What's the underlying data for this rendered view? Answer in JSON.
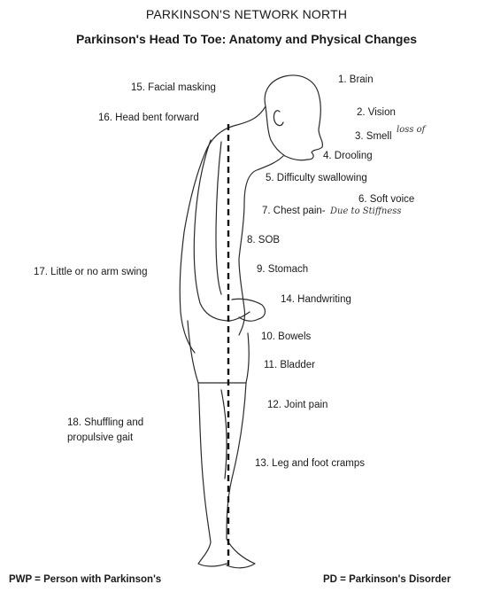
{
  "header": {
    "organization": "PARKINSON'S NETWORK NORTH",
    "title": "Parkinson's Head To Toe: Anatomy and Physical Changes"
  },
  "labels": {
    "brain": "1. Brain",
    "vision": "2. Vision",
    "smell": "3. Smell",
    "smell_note": "loss of",
    "drooling": "4. Drooling",
    "swallowing": "5. Difficulty swallowing",
    "soft_voice": "6. Soft voice",
    "chest_pain": "7. Chest pain-",
    "chest_pain_note": "Due to Stiffness",
    "sob": "8. SOB",
    "stomach": "9. Stomach",
    "bowels": "10. Bowels",
    "bladder": "11. Bladder",
    "joint_pain": "12. Joint pain",
    "leg_cramps": "13. Leg and foot cramps",
    "handwriting": "14. Handwriting",
    "facial_masking": "15. Facial masking",
    "head_bent": "16. Head bent forward",
    "arm_swing": "17. Little or no arm swing",
    "shuffling_line1": "18. Shuffling and",
    "shuffling_line2": "propulsive gait"
  },
  "footer": {
    "pwp": "PWP = Person with Parkinson's",
    "pd": "PD  =  Parkinson's Disorder"
  }
}
